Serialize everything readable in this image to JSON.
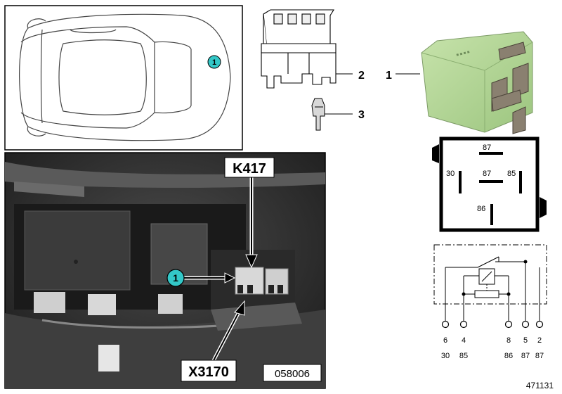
{
  "callouts": {
    "relay": "1",
    "housing": "2",
    "terminal": "3"
  },
  "car_view": {
    "marker": "1"
  },
  "photo": {
    "marker": "1",
    "relay_label": "K417",
    "connector_label": "X3170",
    "photo_code": "058006"
  },
  "relay_pinout": {
    "top": "87",
    "left": "30",
    "center": "87",
    "right": "85",
    "bottom": "86"
  },
  "schematic": {
    "pin_numbers": [
      "6",
      "4",
      "8",
      "5",
      "2"
    ],
    "terminal_labels": [
      "30",
      "85",
      "86",
      "87",
      "87"
    ]
  },
  "diagram_id": "471131",
  "colors": {
    "marker_fill": "#33c7c7",
    "relay_body": "#b8d89c",
    "photo_bg": "#2e2e2e"
  }
}
